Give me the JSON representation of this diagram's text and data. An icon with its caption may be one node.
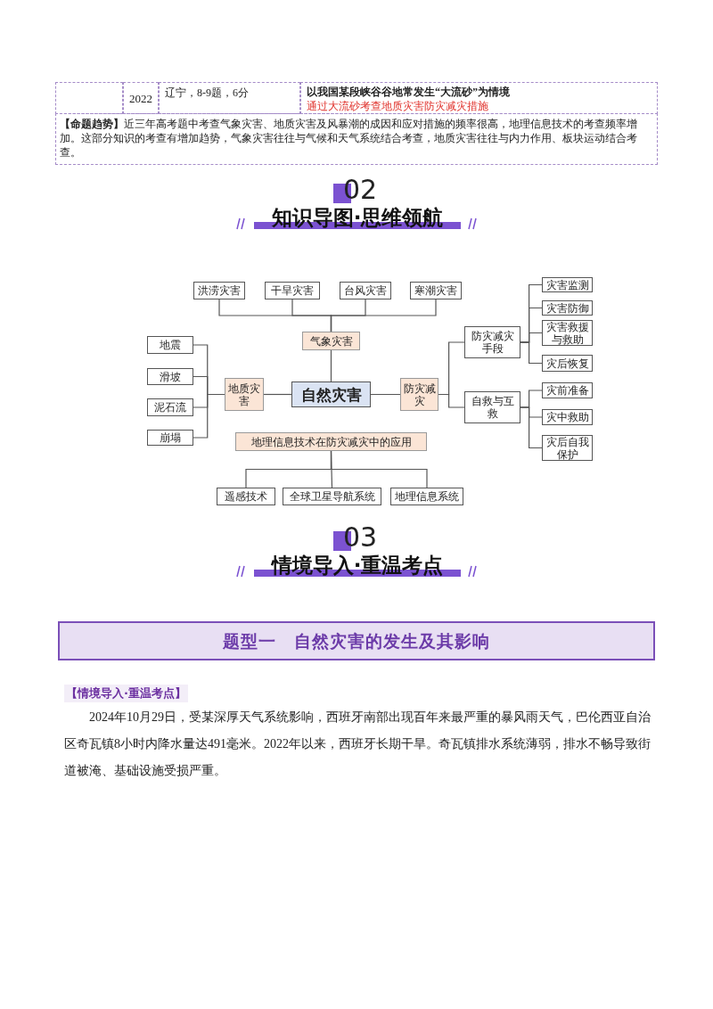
{
  "diagram": {
    "nodes": [
      {
        "text": [
          "洪涝灾害"
        ]
      },
      {
        "text": [
          "干旱灾害"
        ]
      },
      {
        "text": [
          "台风灾害"
        ]
      },
      {
        "text": [
          "寒潮灾害"
        ]
      },
      {
        "text": [
          "气象灾害"
        ]
      },
      {
        "text": [
          "地震"
        ]
      },
      {
        "text": [
          "滑坡"
        ]
      },
      {
        "text": [
          "泥石流"
        ]
      },
      {
        "text": [
          "崩塌"
        ]
      },
      {
        "text": [
          "地质灾害"
        ]
      },
      {
        "text": [
          "自然灾害"
        ]
      },
      {
        "text": [
          "防灾减灾"
        ]
      },
      {
        "text": [
          "防灾减灾手段"
        ]
      },
      {
        "text": [
          "自救与互救"
        ]
      },
      {
        "text": [
          "灾害监测"
        ]
      },
      {
        "text": [
          "灾害防御"
        ]
      },
      {
        "text": [
          "灾害救援与救助"
        ]
      },
      {
        "text": [
          "灾后恢复"
        ]
      },
      {
        "text": [
          "灾前准备"
        ]
      },
      {
        "text": [
          "灾中救助"
        ]
      },
      {
        "text": [
          "灾后自我保护"
        ]
      },
      {
        "text": [
          "地理信息技术在防灾减灾中的应用"
        ]
      },
      {
        "text": [
          "遥感技术"
        ]
      },
      {
        "text": [
          "全球卫星导航系统"
        ]
      },
      {
        "text": [
          "地理信息系统"
        ]
      },
      {
        "text": [
          "题型一　自然灾害的发生及其影响"
        ]
      }
    ],
    "edges": [
      {
        "from": 4,
        "to": 0,
        "arrow": "none"
      },
      {
        "from": 4,
        "to": 1,
        "arrow": "none"
      },
      {
        "from": 4,
        "to": 2,
        "arrow": "none"
      },
      {
        "from": 4,
        "to": 3,
        "arrow": "none"
      },
      {
        "from": 10,
        "to": 4,
        "arrow": "none"
      },
      {
        "from": 9,
        "to": 5,
        "arrow": "none"
      },
      {
        "from": 9,
        "to": 6,
        "arrow": "none"
      },
      {
        "from": 9,
        "to": 7,
        "arrow": "none"
      },
      {
        "from": 9,
        "to": 8,
        "arrow": "none"
      },
      {
        "from": 10,
        "to": 9,
        "arrow": "none"
      },
      {
        "from": 10,
        "to": 11,
        "arrow": "none"
      },
      {
        "from": 11,
        "to": 12,
        "arrow": "none"
      },
      {
        "from": 11,
        "to": 13,
        "arrow": "none"
      },
      {
        "from": 12,
        "to": 14,
        "arrow": "none"
      },
      {
        "from": 12,
        "to": 15,
        "arrow": "none"
      },
      {
        "from": 12,
        "to": 16,
        "arrow": "none"
      },
      {
        "from": 12,
        "to": 17,
        "arrow": "none"
      },
      {
        "from": 13,
        "to": 18,
        "arrow": "none"
      },
      {
        "from": 13,
        "to": 19,
        "arrow": "none"
      },
      {
        "from": 13,
        "to": 20,
        "arrow": "none"
      },
      {
        "from": 21,
        "to": 22,
        "arrow": "none"
      },
      {
        "from": 21,
        "to": 23,
        "arrow": "none"
      },
      {
        "from": 21,
        "to": 24,
        "arrow": "none"
      }
    ],
    "labels": [
      "2022",
      "辽宁，8-9题，6分",
      "以我国某段峡谷谷地常发生“大流砂”为情境",
      "通过大流砂考查地质灾害防灾减灾措施",
      "**【命题趋势】**近三年高考题中考查气象灾害、地质灾害及风暴潮的成因和应对措施的频率很高，地理信息技术的考查频率增加。这部分知识的考查有增加趋势，气象灾害往往与气候和天气系统结合考查，地质灾害往往与内力作用、板块运动结合考查。",
      "02",
      "知识导图·思维领航",
      "03",
      "情境导入·重温考点",
      "【情境导入·重温考点】",
      "2024年10月29日，受某深厚天气系统影响，西班牙南部出现百年来最严重的暴风雨天气，巴伦西亚自治区奇瓦镇8小时内降水量达491毫米。2022年以来，西班牙长期干旱。奇瓦镇排水系统薄弱，排水不畅导致街道被淹、基础设施受损严重。"
    ]
  }
}
